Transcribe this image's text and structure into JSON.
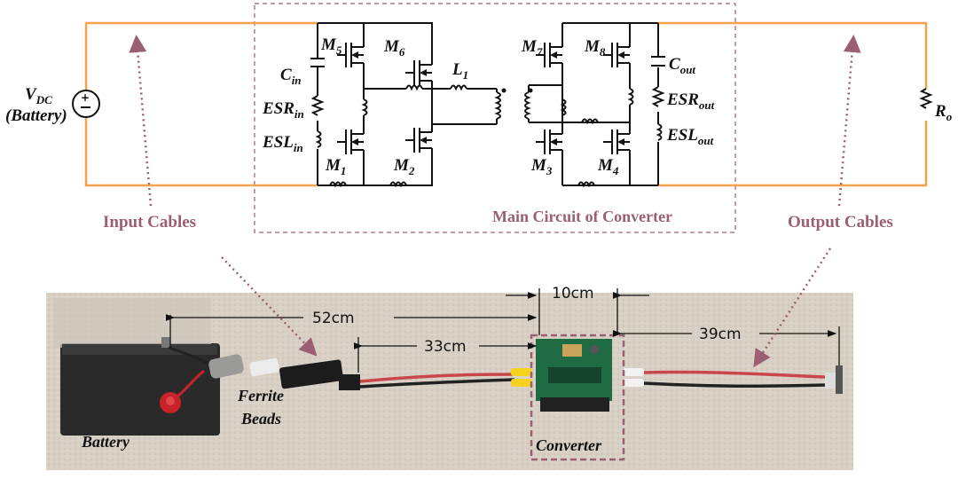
{
  "schematic": {
    "source_label": "V",
    "source_sub": "DC",
    "source_note": "(Battery)",
    "load": {
      "main": "R",
      "sub": "o"
    },
    "cin": {
      "main": "C",
      "sub": "in"
    },
    "esr_in": {
      "main": "ESR",
      "sub": "in"
    },
    "esl_in": {
      "main": "ESL",
      "sub": "in"
    },
    "cout": {
      "main": "C",
      "sub": "out"
    },
    "esr_out": {
      "main": "ESR",
      "sub": "out"
    },
    "esl_out": {
      "main": "ESL",
      "sub": "out"
    },
    "inductor": {
      "main": "L",
      "sub": "1"
    },
    "switches": [
      {
        "main": "M",
        "sub": "5"
      },
      {
        "main": "M",
        "sub": "6"
      },
      {
        "main": "M",
        "sub": "1"
      },
      {
        "main": "M",
        "sub": "2"
      },
      {
        "main": "M",
        "sub": "7"
      },
      {
        "main": "M",
        "sub": "8"
      },
      {
        "main": "M",
        "sub": "3"
      },
      {
        "main": "M",
        "sub": "4"
      }
    ],
    "box_caption": "Main Circuit of Converter",
    "input_caption": "Input Cables",
    "output_caption": "Output Cables"
  },
  "photo": {
    "dim_52": "52cm",
    "dim_33": "33cm",
    "dim_10": "10cm",
    "dim_39": "39cm",
    "battery": "Battery",
    "ferrite_line1": "Ferrite",
    "ferrite_line2": "Beads",
    "converter": "Converter"
  },
  "colors": {
    "wire_orange": "#f5a34b",
    "caption_mauve": "#9b5f73",
    "circuit_black": "#111111",
    "photo_bg": "#d8cfc4"
  }
}
